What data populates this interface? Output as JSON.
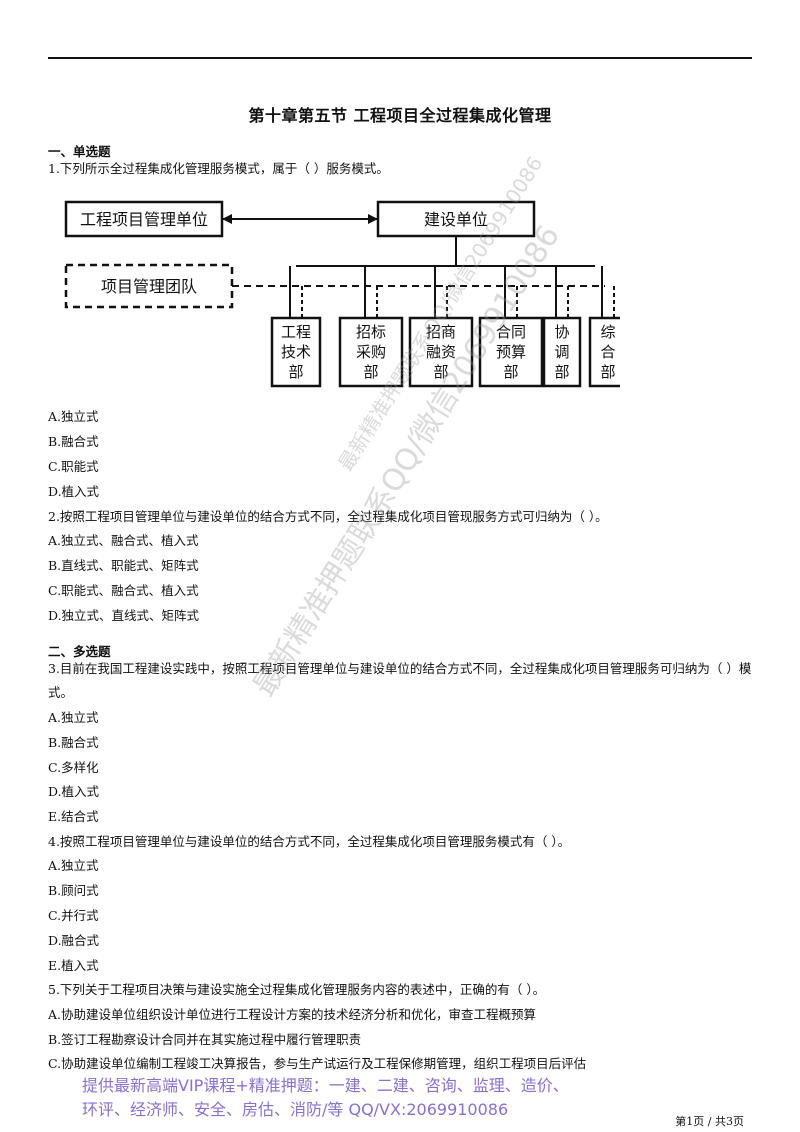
{
  "title": "第十章第五节    工程项目全过程集成化管理",
  "sections": {
    "single": "一、单选题",
    "multi": "二、多选题"
  },
  "questions": {
    "q1": {
      "stem": "1.下列所示全过程集成化管理服务模式，属于（    ）服务模式。",
      "options": [
        "A.独立式",
        "B.融合式",
        "C.职能式",
        "D.植入式"
      ]
    },
    "q2": {
      "stem": "2.按照工程项目管理单位与建设单位的结合方式不同，全过程集成化项目管现服务方式可归纳为（    ）。",
      "options": [
        "A.独立式、融合式、植入式",
        "B.直线式、职能式、矩阵式",
        "C.职能式、融合式、植入式",
        "D.独立式、直线式、矩阵式"
      ]
    },
    "q3": {
      "stem": "3.目前在我国工程建设实践中，按照工程项目管理单位与建设单位的结合方式不同，全过程集成化项目管理服务可归纳为（    ）模式。",
      "options": [
        "A.独立式",
        "B.融合式",
        "C.多样化",
        "D.植入式",
        "E.结合式"
      ]
    },
    "q4": {
      "stem": "4.按照工程项目管理单位与建设单位的结合方式不同，全过程集成化项目管理服务模式有（    ）。",
      "options": [
        "A.独立式",
        "B.顾问式",
        "C.并行式",
        "D.融合式",
        "E.植入式"
      ]
    },
    "q5": {
      "stem": "5.下列关于工程项目决策与建设实施全过程集成化管理服务内容的表述中，正确的有（    ）。",
      "options": [
        "A.协助建设单位组织设计单位进行工程设计方案的技术经济分析和优化，审查工程概预算",
        "B.签订工程勘察设计合同并在其实施过程中履行管理职责",
        "C.协助建设单位编制工程竣工决算报告，参与生产试运行及工程保修期管理，组织工程项目后评估"
      ]
    }
  },
  "diagram": {
    "pm_unit": "工程项目管理单位",
    "owner": "建设单位",
    "pm_team": "项目管理团队",
    "departments": [
      [
        "工程",
        "技术",
        "部"
      ],
      [
        "招标",
        "采购",
        "部"
      ],
      [
        "招商",
        "融资",
        "部"
      ],
      [
        "合同",
        "预算",
        "部"
      ],
      [
        "协",
        "调",
        "部"
      ],
      [
        "综",
        "合",
        "部"
      ]
    ]
  },
  "watermark": {
    "line1": "最新精准押题联系QQ/微信2069910086",
    "line2": "最新精准押题联系QQ/微信2069910086"
  },
  "footer": {
    "ad_line1": "提供最新高端VIP课程+精准押题：一建、二建、咨询、监理、造价、",
    "ad_line2": "环评、经济师、安全、房估、消防/等    QQ/VX:2069910086",
    "page": "第1页  /  共3页"
  }
}
